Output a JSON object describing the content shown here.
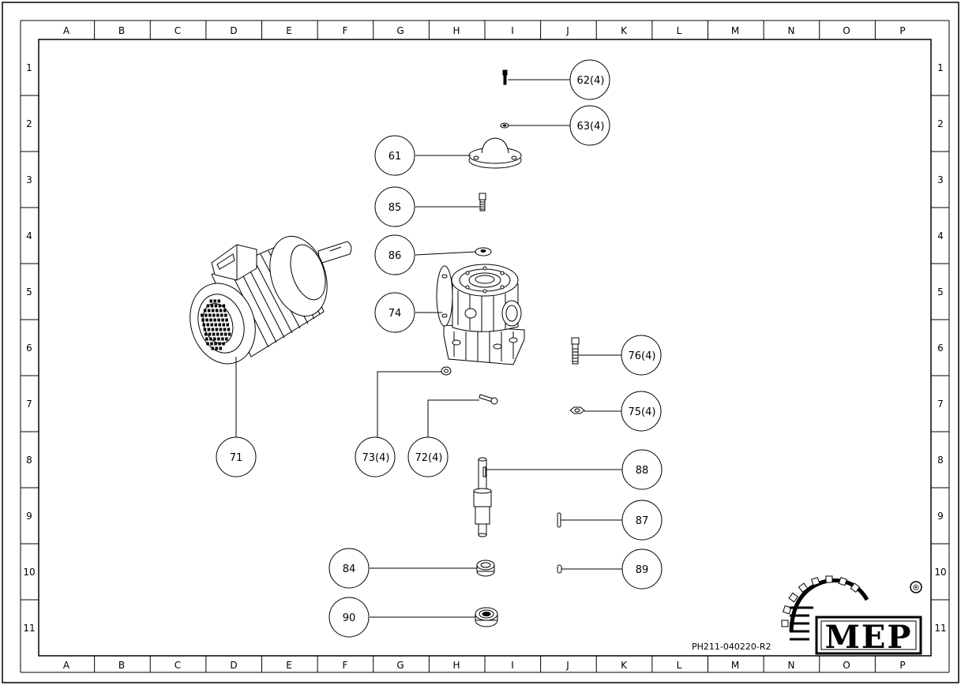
{
  "drawing": {
    "columns": [
      "A",
      "B",
      "C",
      "D",
      "E",
      "F",
      "G",
      "H",
      "I",
      "J",
      "K",
      "L",
      "M",
      "N",
      "O",
      "P"
    ],
    "rows": [
      "1",
      "2",
      "3",
      "4",
      "5",
      "6",
      "7",
      "8",
      "9",
      "10",
      "11"
    ],
    "drawing_number": "PH211-040220-R2",
    "logo_text": "MEP",
    "registered_mark": "®"
  },
  "callouts": [
    {
      "id": "62",
      "label": "62(4)"
    },
    {
      "id": "63",
      "label": "63(4)"
    },
    {
      "id": "61",
      "label": "61"
    },
    {
      "id": "85",
      "label": "85"
    },
    {
      "id": "86",
      "label": "86"
    },
    {
      "id": "74",
      "label": "74"
    },
    {
      "id": "76",
      "label": "76(4)"
    },
    {
      "id": "75",
      "label": "75(4)"
    },
    {
      "id": "73",
      "label": "73(4)"
    },
    {
      "id": "72",
      "label": "72(4)"
    },
    {
      "id": "71",
      "label": "71"
    },
    {
      "id": "88",
      "label": "88"
    },
    {
      "id": "87",
      "label": "87"
    },
    {
      "id": "84",
      "label": "84"
    },
    {
      "id": "89",
      "label": "89"
    },
    {
      "id": "90",
      "label": "90"
    }
  ]
}
